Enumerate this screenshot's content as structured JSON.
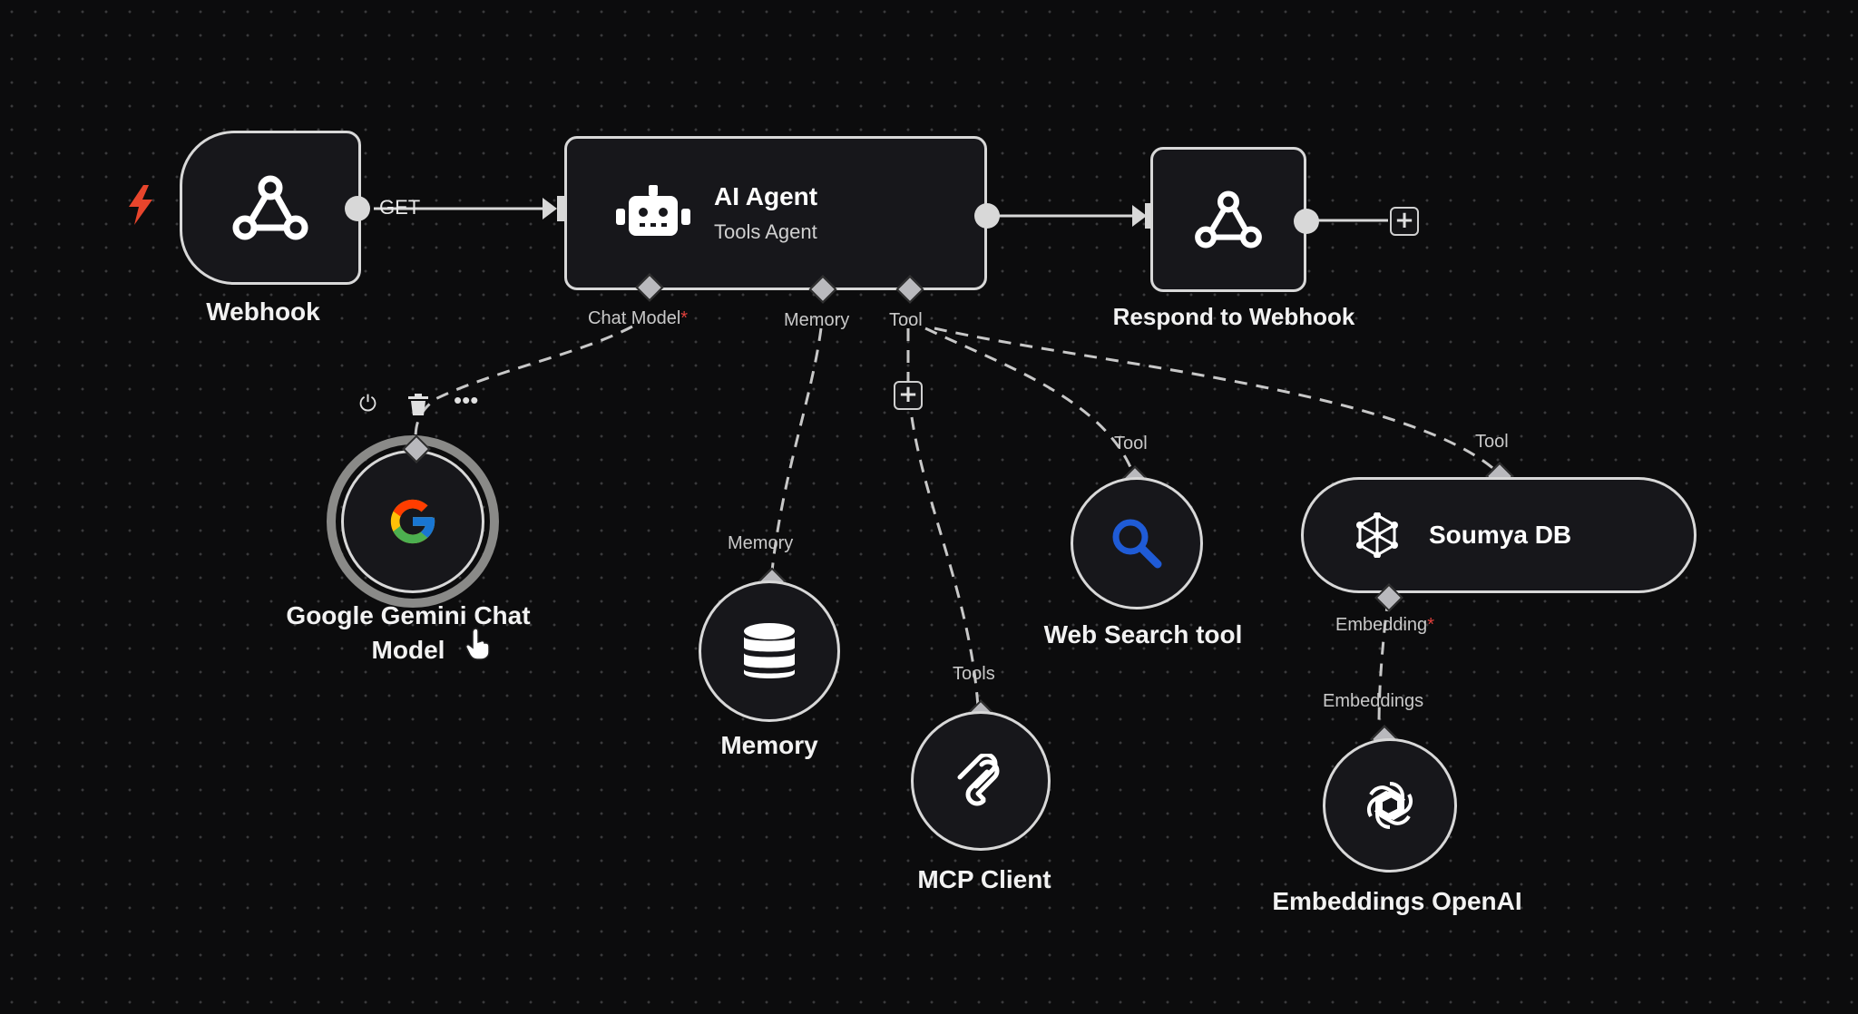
{
  "nodes": {
    "webhook": {
      "label": "Webhook",
      "icon": "webhook-icon"
    },
    "ai_agent": {
      "title": "AI Agent",
      "subtitle": "Tools Agent",
      "icon": "robot-icon"
    },
    "respond": {
      "label": "Respond to Webhook",
      "icon": "webhook-icon"
    },
    "gemini": {
      "label_line1": "Google Gemini Chat",
      "label_line2": "Model",
      "icon": "google-icon"
    },
    "memory": {
      "label": "Memory",
      "icon": "database-icon"
    },
    "mcp": {
      "label": "MCP Client",
      "icon": "mcp-icon"
    },
    "web_search": {
      "label": "Web Search tool",
      "icon": "search-icon"
    },
    "soumya_db": {
      "label": "Soumya DB",
      "icon": "vector-store-icon"
    },
    "embeddings": {
      "label": "Embeddings OpenAI",
      "icon": "openai-icon"
    }
  },
  "connections": {
    "get_label": "GET"
  },
  "ports": {
    "chat_model": "Chat Model",
    "chat_model_required": "*",
    "memory": "Memory",
    "tool": "Tool",
    "memory_input": "Memory",
    "tools_input": "Tools",
    "tool_input_search": "Tool",
    "tool_input_db": "Tool",
    "embedding": "Embedding",
    "embedding_required": "*",
    "embeddings_input": "Embeddings"
  },
  "toolbar": {
    "power_icon": "power-icon",
    "delete_icon": "trash-icon",
    "more_icon": "more-icon"
  },
  "colors": {
    "trigger": "#e8452c",
    "canvas": "#0c0c0d",
    "node_border": "#d8d8d8",
    "required": "#e0403c",
    "search_icon": "#1f5bd6"
  }
}
